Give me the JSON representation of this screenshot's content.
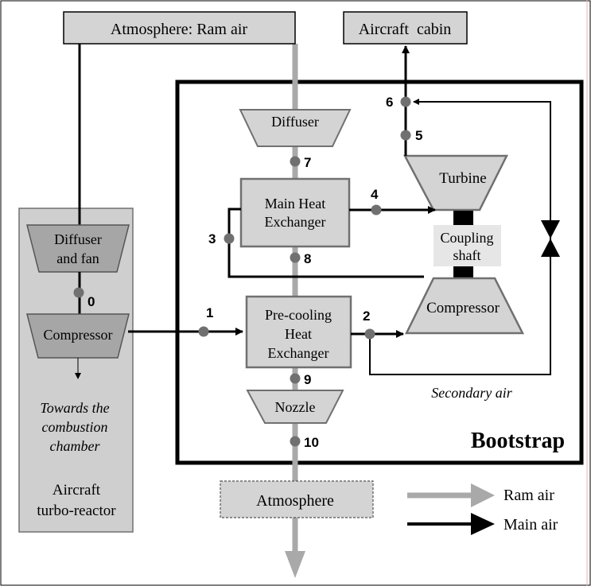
{
  "labels": {
    "atmosphere_ram_air": "Atmosphere: Ram air",
    "aircraft_cabin": "Aircraft  cabin",
    "bootstrap": "Bootstrap",
    "diffuser": "Diffuser",
    "main_hx_line1": "Main Heat",
    "main_hx_line2": "Exchanger",
    "precool_hx_line1": "Pre-cooling",
    "precool_hx_line2": "Heat",
    "precool_hx_line3": "Exchanger",
    "turbine": "Turbine",
    "coupling_line1": "Coupling",
    "coupling_line2": "shaft",
    "compressor_bootstrap": "Compressor",
    "nozzle": "Nozzle",
    "secondary_air": "Secondary air",
    "diffuser_fan_line1": "Diffuser",
    "diffuser_fan_line2": "and fan",
    "compressor_engine": "Compressor",
    "towards_line1": "Towards the",
    "towards_line2": "combustion",
    "towards_line3": "chamber",
    "turbo_line1": "Aircraft",
    "turbo_line2": "turbo-reactor",
    "atmosphere_out": "Atmosphere",
    "legend_ram_air": "Ram air",
    "legend_main_air": "Main air"
  },
  "stations": [
    "0",
    "1",
    "2",
    "3",
    "4",
    "5",
    "6",
    "7",
    "8",
    "9",
    "10"
  ],
  "colors": {
    "box_fill": "#d4d4d4",
    "engine_panel_fill": "#cfcfcf",
    "component_fill": "#a6a6a6",
    "ram_air_stroke": "#a9a9a9",
    "main_air_stroke": "#000000",
    "station_dot": "#707070",
    "coupling_fill": "#e6e6e6"
  }
}
